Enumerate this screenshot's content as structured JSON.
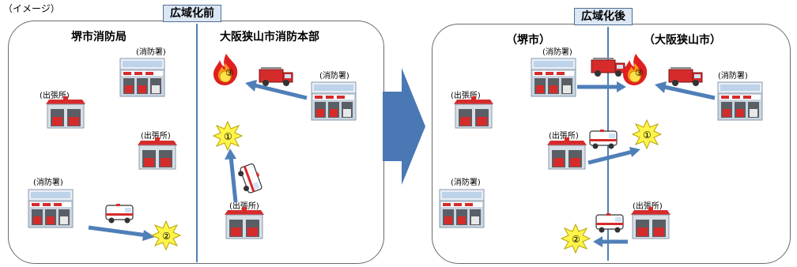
{
  "caption": "（イメージ）",
  "before": {
    "tag": "広域化前",
    "left_title": "堺市消防局",
    "right_title": "大阪狭山市消防本部",
    "labels": {
      "station_a": "(消防署)",
      "branch_a": "(出張所)",
      "branch_b": "(出張所)",
      "station_b": "(消防署)",
      "station_c": "(消防署)",
      "branch_c": "(出張所)"
    },
    "incidents": [
      "③",
      "①",
      "②"
    ]
  },
  "after": {
    "tag": "広域化後",
    "left_title": "（堺市）",
    "right_title": "（大阪狭山市）",
    "labels": {
      "station_a": "(消防署)",
      "branch_a": "(出張所)",
      "branch_b": "(出張所)",
      "station_b": "(消防署)",
      "station_c": "(消防署)",
      "branch_c": "(出張所)"
    },
    "incidents": [
      "③",
      "①",
      "②"
    ]
  },
  "colors": {
    "arrow": "#4f7fb8",
    "big_arrow": "#4a78b5",
    "tag_bg": "#dbe7f4"
  }
}
